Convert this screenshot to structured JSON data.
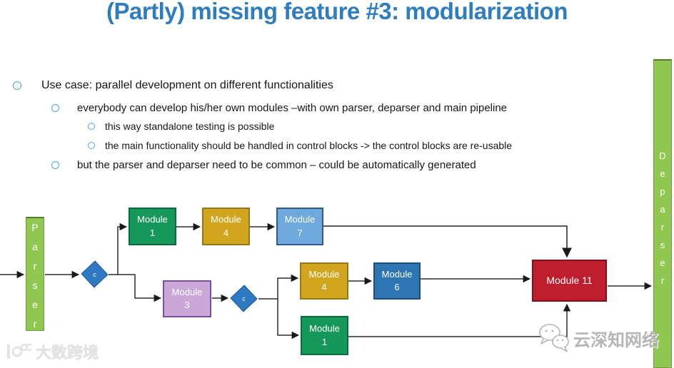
{
  "title": "(Partly) missing feature #3: modularization",
  "bullets": [
    {
      "level": 1,
      "text": "Use case: parallel development on different functionalities"
    },
    {
      "level": 2,
      "text": "everybody can develop his/her own modules –with own parser, deparser and main pipeline"
    },
    {
      "level": 3,
      "text": "this way standalone testing is possible"
    },
    {
      "level": 3,
      "text": "the main functionality should be handled in control blocks -> the control blocks are re-usable"
    },
    {
      "level": 2,
      "text": "but the parser and deparser need to be common – could be automatically generated"
    }
  ],
  "diagram": {
    "parser": {
      "label": "Parser"
    },
    "deparser": {
      "label": "Deparser"
    },
    "bar_color": "#8FC751",
    "decision_color": "#2E79C2",
    "decisions": [
      {
        "label": "c"
      },
      {
        "label": "c"
      }
    ],
    "modules": [
      {
        "name": "module-1-top",
        "line1": "Module",
        "line2": "1",
        "color": "#16985A"
      },
      {
        "name": "module-4-top",
        "line1": "Module",
        "line2": "4",
        "color": "#D2A51F"
      },
      {
        "name": "module-7-top",
        "line1": "Module",
        "line2": "7",
        "color": "#6FA8DC"
      },
      {
        "name": "module-3",
        "line1": "Module",
        "line2": "3",
        "color": "#C9A8D8"
      },
      {
        "name": "module-4-mid",
        "line1": "Module",
        "line2": "4",
        "color": "#D2A51F"
      },
      {
        "name": "module-6",
        "line1": "Module",
        "line2": "6",
        "color": "#2E75B6"
      },
      {
        "name": "module-1-bottom",
        "line1": "Module",
        "line2": "1",
        "color": "#16985A"
      },
      {
        "name": "module-11",
        "line1": "Module 11",
        "line2": "",
        "color": "#BE1E2D"
      }
    ]
  },
  "watermarks": {
    "left_text": "大数跨境",
    "right_text": "云深知网络"
  },
  "colors": {
    "title": "#2E7DBE",
    "bullet_ring": "#45AADF",
    "connector": "#2b2b2b",
    "connector_gray": "#5a5a5a"
  }
}
